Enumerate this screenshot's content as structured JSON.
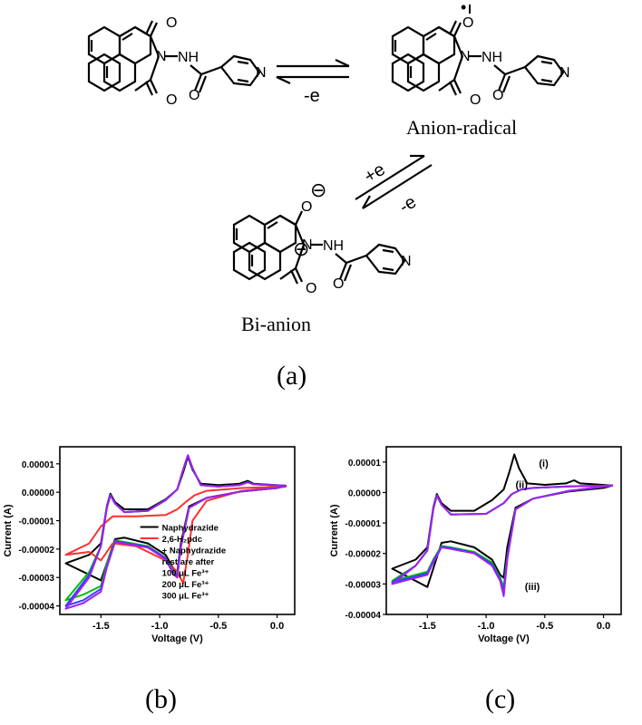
{
  "scheme": {
    "arrow_top_label": "-e",
    "arrow_right_plus": "+e",
    "arrow_right_minus": "-e",
    "anion_radical": "Anion-radical",
    "bi_anion": "Bi-anion",
    "nh": "NH",
    "n": "N",
    "o": "O",
    "charge": "⊖",
    "radical_dot": "•"
  },
  "panel_labels": {
    "a": "(a)",
    "b": "(b)",
    "c": "(c)"
  },
  "chart_data": [
    {
      "type": "line",
      "panel": "(b)",
      "xlabel": "Voltage (V)",
      "ylabel": "Current (A)",
      "xlim": [
        -1.85,
        0.15
      ],
      "ylim": [
        -4.3e-05,
        1.6e-05
      ],
      "x_ticks": [
        "-1.5",
        "-1.0",
        "-0.5",
        "0.0"
      ],
      "y_ticks": [
        "0.00001",
        "0.00000",
        "-0.00001",
        "-0.00002",
        "-0.00003",
        "-0.00004"
      ],
      "y_tick_values": [
        1e-05,
        0,
        -1e-05,
        -2e-05,
        -3e-05,
        -4e-05
      ],
      "x_tick_values": [
        -1.5,
        -1.0,
        -0.5,
        0.0
      ],
      "legend": {
        "placement": "bottom-right",
        "entries": [
          {
            "label": "Naphydrazide",
            "color": "#000000",
            "type": "line"
          },
          {
            "label": "2,6-H₂pdc",
            "color": "#ff3030",
            "type": "line"
          },
          {
            "label": "+ Naphydrazide",
            "color": "#000000",
            "type": "text"
          },
          {
            "label": "rest are after",
            "color": "#000000",
            "type": "text"
          },
          {
            "label": "100 μL Fe³⁺",
            "color": "#000000",
            "type": "text"
          },
          {
            "label": "200 μL Fe³⁺",
            "color": "#000000",
            "type": "text"
          },
          {
            "label": "300 μL Fe³⁺",
            "color": "#000000",
            "type": "text"
          }
        ]
      },
      "series": [
        {
          "name": "Naphydrazide",
          "color": "#000000",
          "x": [
            0.08,
            -0.2,
            -0.25,
            -0.32,
            -0.5,
            -0.65,
            -0.72,
            -0.76,
            -0.8,
            -0.85,
            -0.95,
            -1.1,
            -1.3,
            -1.38,
            -1.42,
            -1.45,
            -1.5,
            -1.6,
            -1.8,
            -1.8,
            -1.65,
            -1.5,
            -1.45,
            -1.38,
            -1.3,
            -1.1,
            -0.95,
            -0.88,
            -0.85,
            -0.82,
            -0.75,
            -0.6,
            -0.3,
            0.0,
            0.08
          ],
          "y": [
            2.3e-06,
            3e-06,
            4e-06,
            3e-06,
            2.5e-06,
            3e-06,
            8e-06,
            1.25e-05,
            7e-06,
            1e-06,
            -2.5e-06,
            -6e-06,
            -6e-06,
            -3.5e-06,
            -5e-07,
            -5e-06,
            -1.8e-05,
            -2.2e-05,
            -2.5e-05,
            -2.5e-05,
            -2.8e-05,
            -3.1e-05,
            -2.5e-05,
            -1.65e-05,
            -1.6e-05,
            -1.8e-05,
            -2.2e-05,
            -2.7e-05,
            -2.8e-05,
            -1.8e-05,
            -5e-06,
            -2e-06,
            3e-07,
            1.5e-06,
            2.3e-06
          ]
        },
        {
          "name": "2,6-H₂pdc",
          "color": "#ff3030",
          "x": [
            0.08,
            -0.3,
            -0.6,
            -0.7,
            -0.78,
            -0.85,
            -0.95,
            -1.2,
            -1.4,
            -1.5,
            -1.6,
            -1.8,
            -1.8,
            -1.6,
            -1.5,
            -1.4,
            -1.2,
            -0.95,
            -0.85,
            -0.8,
            -0.76,
            -0.72,
            -0.6,
            -0.3,
            0.08
          ],
          "y": [
            2e-06,
            1.5e-06,
            5e-07,
            -1e-06,
            -3.5e-06,
            -6e-06,
            -8e-06,
            -8.5e-06,
            -8.5e-06,
            -1.2e-05,
            -1.8e-05,
            -2.2e-05,
            -2.2e-05,
            -2.1e-05,
            -2.4e-05,
            -1.8e-05,
            -1.9e-05,
            -2.4e-05,
            -2.8e-05,
            -3.2e-05,
            -2.2e-05,
            -1e-05,
            -3e-06,
            5e-07,
            2e-06
          ]
        },
        {
          "name": "100 μL Fe³⁺",
          "color": "#00c000",
          "x": [
            0.08,
            -0.2,
            -0.25,
            -0.32,
            -0.5,
            -0.65,
            -0.72,
            -0.76,
            -0.8,
            -0.85,
            -0.95,
            -1.1,
            -1.3,
            -1.38,
            -1.42,
            -1.45,
            -1.5,
            -1.6,
            -1.8,
            -1.8,
            -1.65,
            -1.5,
            -1.45,
            -1.38,
            -1.3,
            -1.1,
            -0.95,
            -0.88,
            -0.85,
            -0.82,
            -0.75,
            -0.6,
            -0.3,
            0.0,
            0.08
          ],
          "y": [
            2.3e-06,
            2.8e-06,
            3.5e-06,
            2.5e-06,
            2e-06,
            2.5e-06,
            8.5e-06,
            1.3e-05,
            8e-06,
            1e-06,
            -2.8e-06,
            -6.5e-06,
            -7e-06,
            -4e-06,
            -1e-06,
            -5.5e-06,
            -1.9e-05,
            -2.8e-05,
            -3.8e-05,
            -3.8e-05,
            -3.6e-05,
            -3.3e-05,
            -2.5e-05,
            -1.7e-05,
            -1.75e-05,
            -1.9e-05,
            -2.3e-05,
            -2.8e-05,
            -2.9e-05,
            -1.9e-05,
            -5.5e-06,
            -2e-06,
            3e-07,
            1.5e-06,
            2.3e-06
          ]
        },
        {
          "name": "200 μL Fe³⁺",
          "color": "#3040ff",
          "x": [
            0.08,
            -0.2,
            -0.25,
            -0.32,
            -0.5,
            -0.65,
            -0.72,
            -0.76,
            -0.8,
            -0.85,
            -0.95,
            -1.1,
            -1.3,
            -1.38,
            -1.42,
            -1.45,
            -1.5,
            -1.6,
            -1.8,
            -1.8,
            -1.65,
            -1.5,
            -1.45,
            -1.38,
            -1.3,
            -1.1,
            -0.95,
            -0.88,
            -0.85,
            -0.82,
            -0.75,
            -0.6,
            -0.3,
            0.0,
            0.08
          ],
          "y": [
            2.3e-06,
            2.8e-06,
            3.5e-06,
            2.5e-06,
            2e-06,
            2.5e-06,
            8.5e-06,
            1.3e-05,
            8e-06,
            1e-06,
            -2.8e-06,
            -6.5e-06,
            -7e-06,
            -4e-06,
            -1e-06,
            -5.5e-06,
            -1.9e-05,
            -2.9e-05,
            -4e-05,
            -4e-05,
            -3.8e-05,
            -3.4e-05,
            -2.6e-05,
            -1.72e-05,
            -1.78e-05,
            -1.92e-05,
            -2.32e-05,
            -2.85e-05,
            -2.95e-05,
            -1.92e-05,
            -5.5e-06,
            -2e-06,
            3e-07,
            1.5e-06,
            2.3e-06
          ]
        },
        {
          "name": "300 μL Fe³⁺",
          "color": "#a020f0",
          "x": [
            0.08,
            -0.2,
            -0.25,
            -0.32,
            -0.5,
            -0.65,
            -0.72,
            -0.76,
            -0.8,
            -0.85,
            -0.95,
            -1.1,
            -1.3,
            -1.38,
            -1.42,
            -1.45,
            -1.5,
            -1.6,
            -1.8,
            -1.8,
            -1.65,
            -1.5,
            -1.45,
            -1.38,
            -1.3,
            -1.1,
            -0.95,
            -0.88,
            -0.85,
            -0.82,
            -0.75,
            -0.6,
            -0.3,
            0.0,
            0.08
          ],
          "y": [
            2.3e-06,
            2.8e-06,
            3.5e-06,
            2.5e-06,
            2e-06,
            2.5e-06,
            8.5e-06,
            1.3e-05,
            8e-06,
            1e-06,
            -2.8e-06,
            -6.5e-06,
            -7e-06,
            -4e-06,
            -1e-06,
            -5.5e-06,
            -1.9e-05,
            -3e-05,
            -4.1e-05,
            -4.1e-05,
            -3.9e-05,
            -3.5e-05,
            -2.65e-05,
            -1.75e-05,
            -1.8e-05,
            -1.95e-05,
            -2.35e-05,
            -2.9e-05,
            -3e-05,
            -1.95e-05,
            -5.5e-06,
            -2e-06,
            3e-07,
            1.5e-06,
            2.3e-06
          ]
        }
      ]
    },
    {
      "type": "line",
      "panel": "(c)",
      "xlabel": "Voltage (V)",
      "ylabel": "Current (A)",
      "xlim": [
        -1.85,
        0.15
      ],
      "ylim": [
        -4e-05,
        1.5e-05
      ],
      "x_ticks": [
        "-1.5",
        "-1.0",
        "-0.5",
        "0.0"
      ],
      "y_ticks": [
        "0.00001",
        "0.00000",
        "-0.00001",
        "-0.00002",
        "-0.00003",
        "-0.00004"
      ],
      "y_tick_values": [
        1e-05,
        0,
        -1e-05,
        -2e-05,
        -3e-05,
        -4e-05
      ],
      "x_tick_values": [
        -1.5,
        -1.0,
        -0.5,
        0.0
      ],
      "annotations": [
        {
          "text": "(i)",
          "x": -0.55,
          "y": 8.5e-06
        },
        {
          "text": "(ii)",
          "x": -0.75,
          "y": 1.5e-06
        },
        {
          "text": "(iii)",
          "x": -0.67,
          "y": -3.2e-05
        }
      ],
      "series": [
        {
          "color": "#000000",
          "x": [
            0.08,
            -0.2,
            -0.25,
            -0.32,
            -0.5,
            -0.65,
            -0.72,
            -0.76,
            -0.8,
            -0.85,
            -0.95,
            -1.1,
            -1.3,
            -1.38,
            -1.42,
            -1.45,
            -1.5,
            -1.6,
            -1.8,
            -1.8,
            -1.65,
            -1.5,
            -1.45,
            -1.38,
            -1.3,
            -1.1,
            -0.95,
            -0.88,
            -0.85,
            -0.82,
            -0.75,
            -0.6,
            -0.3,
            0.0,
            0.08
          ],
          "y": [
            2.3e-06,
            3e-06,
            4e-06,
            3e-06,
            2.5e-06,
            3e-06,
            8e-06,
            1.25e-05,
            7e-06,
            1e-06,
            -2.5e-06,
            -6e-06,
            -6e-06,
            -3.5e-06,
            -5e-07,
            -5e-06,
            -1.8e-05,
            -2.2e-05,
            -2.5e-05,
            -2.5e-05,
            -2.8e-05,
            -3.1e-05,
            -2.5e-05,
            -1.65e-05,
            -1.6e-05,
            -1.8e-05,
            -2.2e-05,
            -2.7e-05,
            -2.8e-05,
            -1.8e-05,
            -5e-06,
            -2e-06,
            3e-07,
            1.5e-06,
            2.3e-06
          ]
        },
        {
          "color": "#00c000",
          "x": [
            0.08,
            -0.3,
            -0.6,
            -0.7,
            -0.78,
            -0.85,
            -1.0,
            -1.3,
            -1.38,
            -1.42,
            -1.45,
            -1.5,
            -1.6,
            -1.8,
            -1.8,
            -1.65,
            -1.5,
            -1.45,
            -1.38,
            -1.3,
            -1.1,
            -0.95,
            -0.88,
            -0.85,
            -0.82,
            -0.75,
            -0.6,
            -0.3,
            0.08
          ],
          "y": [
            2.3e-06,
            2e-06,
            1.5e-06,
            1e-06,
            -5e-07,
            -3.5e-06,
            -7e-06,
            -7.2e-06,
            -4e-06,
            -1e-06,
            -5.5e-06,
            -1.9e-05,
            -2.4e-05,
            -2.9e-05,
            -2.9e-05,
            -2.75e-05,
            -2.6e-05,
            -2.2e-05,
            -1.75e-05,
            -1.8e-05,
            -1.95e-05,
            -2.3e-05,
            -2.8e-05,
            -3.1e-05,
            -2.1e-05,
            -5.5e-06,
            -2e-06,
            5e-07,
            2.3e-06
          ]
        },
        {
          "color": "#3040ff",
          "x": [
            0.08,
            -0.3,
            -0.6,
            -0.7,
            -0.78,
            -0.85,
            -1.0,
            -1.3,
            -1.38,
            -1.42,
            -1.45,
            -1.5,
            -1.6,
            -1.8,
            -1.8,
            -1.65,
            -1.5,
            -1.45,
            -1.38,
            -1.3,
            -1.1,
            -0.95,
            -0.88,
            -0.85,
            -0.82,
            -0.75,
            -0.6,
            -0.3,
            0.08
          ],
          "y": [
            2.3e-06,
            2e-06,
            1.5e-06,
            1e-06,
            -5e-07,
            -3.5e-06,
            -7e-06,
            -7.2e-06,
            -4e-06,
            -1e-06,
            -5.5e-06,
            -1.9e-05,
            -2.4e-05,
            -2.95e-05,
            -2.95e-05,
            -2.8e-05,
            -2.65e-05,
            -2.25e-05,
            -1.78e-05,
            -1.82e-05,
            -1.98e-05,
            -2.35e-05,
            -2.85e-05,
            -3.25e-05,
            -2.15e-05,
            -5.5e-06,
            -2e-06,
            5e-07,
            2.3e-06
          ]
        },
        {
          "color": "#a020f0",
          "x": [
            0.08,
            -0.3,
            -0.6,
            -0.7,
            -0.78,
            -0.85,
            -1.0,
            -1.3,
            -1.38,
            -1.42,
            -1.45,
            -1.5,
            -1.6,
            -1.8,
            -1.8,
            -1.65,
            -1.5,
            -1.45,
            -1.38,
            -1.3,
            -1.1,
            -0.95,
            -0.88,
            -0.85,
            -0.82,
            -0.75,
            -0.6,
            -0.3,
            0.08
          ],
          "y": [
            2.3e-06,
            2e-06,
            1.5e-06,
            1e-06,
            -5e-07,
            -3.5e-06,
            -7e-06,
            -7.2e-06,
            -4e-06,
            -1e-06,
            -5.5e-06,
            -1.9e-05,
            -2.4e-05,
            -3e-05,
            -3e-05,
            -2.85e-05,
            -2.7e-05,
            -2.3e-05,
            -1.8e-05,
            -1.85e-05,
            -2e-05,
            -2.4e-05,
            -2.9e-05,
            -3.4e-05,
            -2.2e-05,
            -5.5e-06,
            -2e-06,
            5e-07,
            2.3e-06
          ]
        }
      ]
    }
  ]
}
